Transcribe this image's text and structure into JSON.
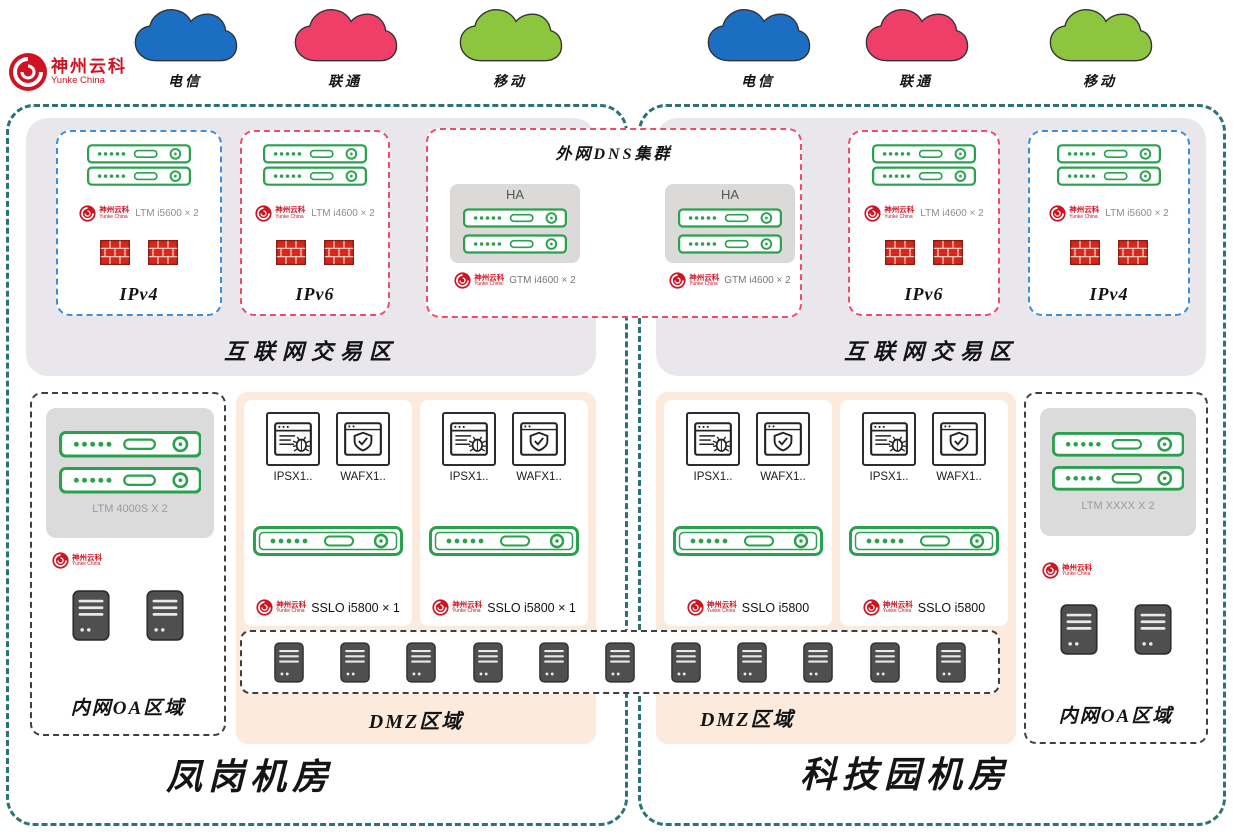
{
  "colors": {
    "teal": "#2b7473",
    "green": "#2aa14e",
    "brandred": "#cf1322",
    "fwred": "#d6281a",
    "blue": "#3e8ed6",
    "pink": "#ee4d6a",
    "grayzone": "#e9e7ec",
    "peach": "#fceadc",
    "server": "#4f4f4f"
  },
  "brand": {
    "name": "神州云科",
    "subtitle": "Yunke China"
  },
  "isps_left": [
    {
      "label": "电信",
      "color": "#1b6ec2"
    },
    {
      "label": "联通",
      "color": "#ef3f68"
    },
    {
      "label": "移动",
      "color": "#8cc63e"
    }
  ],
  "isps_right": [
    {
      "label": "电信",
      "color": "#1b6ec2"
    },
    {
      "label": "联通",
      "color": "#ef3f68"
    },
    {
      "label": "移动",
      "color": "#8cc63e"
    }
  ],
  "dns_cluster": {
    "title": "外网DNS集群",
    "nodes": [
      {
        "ha_label": "HA",
        "device_label": "GTM i4600 × 2"
      },
      {
        "ha_label": "HA",
        "device_label": "GTM i4600 × 2"
      }
    ]
  },
  "left_dc": {
    "name": "凤岗机房",
    "internet_zone": {
      "label": "互联网交易区",
      "boxes": [
        {
          "label": "IPv4",
          "device_label": "LTM i5600 × 2"
        },
        {
          "label": "IPv6",
          "device_label": "LTM i4600 × 2"
        }
      ]
    },
    "oa_zone": {
      "label": "内网OA区域",
      "device_label": "LTM 4000S X 2"
    },
    "dmz": {
      "label": "DMZ区域",
      "panels": [
        {
          "ips_label": "IPSX1..",
          "waf_label": "WAFX1..",
          "sslo_label": "SSLO i5800 × 1"
        },
        {
          "ips_label": "IPSX1..",
          "waf_label": "WAFX1..",
          "sslo_label": "SSLO i5800 × 1"
        }
      ]
    }
  },
  "right_dc": {
    "name": "科技园机房",
    "internet_zone": {
      "label": "互联网交易区",
      "boxes": [
        {
          "label": "IPv6",
          "device_label": "LTM i4600 × 2"
        },
        {
          "label": "IPv4",
          "device_label": "LTM i5600 × 2"
        }
      ]
    },
    "oa_zone": {
      "label": "内网OA区域",
      "device_label": "LTM XXXX X 2"
    },
    "dmz": {
      "label": "DMZ区域",
      "panels": [
        {
          "ips_label": "IPSX1..",
          "waf_label": "WAFX1..",
          "sslo_label": "SSLO i5800"
        },
        {
          "ips_label": "IPSX1..",
          "waf_label": "WAFX1..",
          "sslo_label": "SSLO i5800"
        }
      ]
    }
  }
}
